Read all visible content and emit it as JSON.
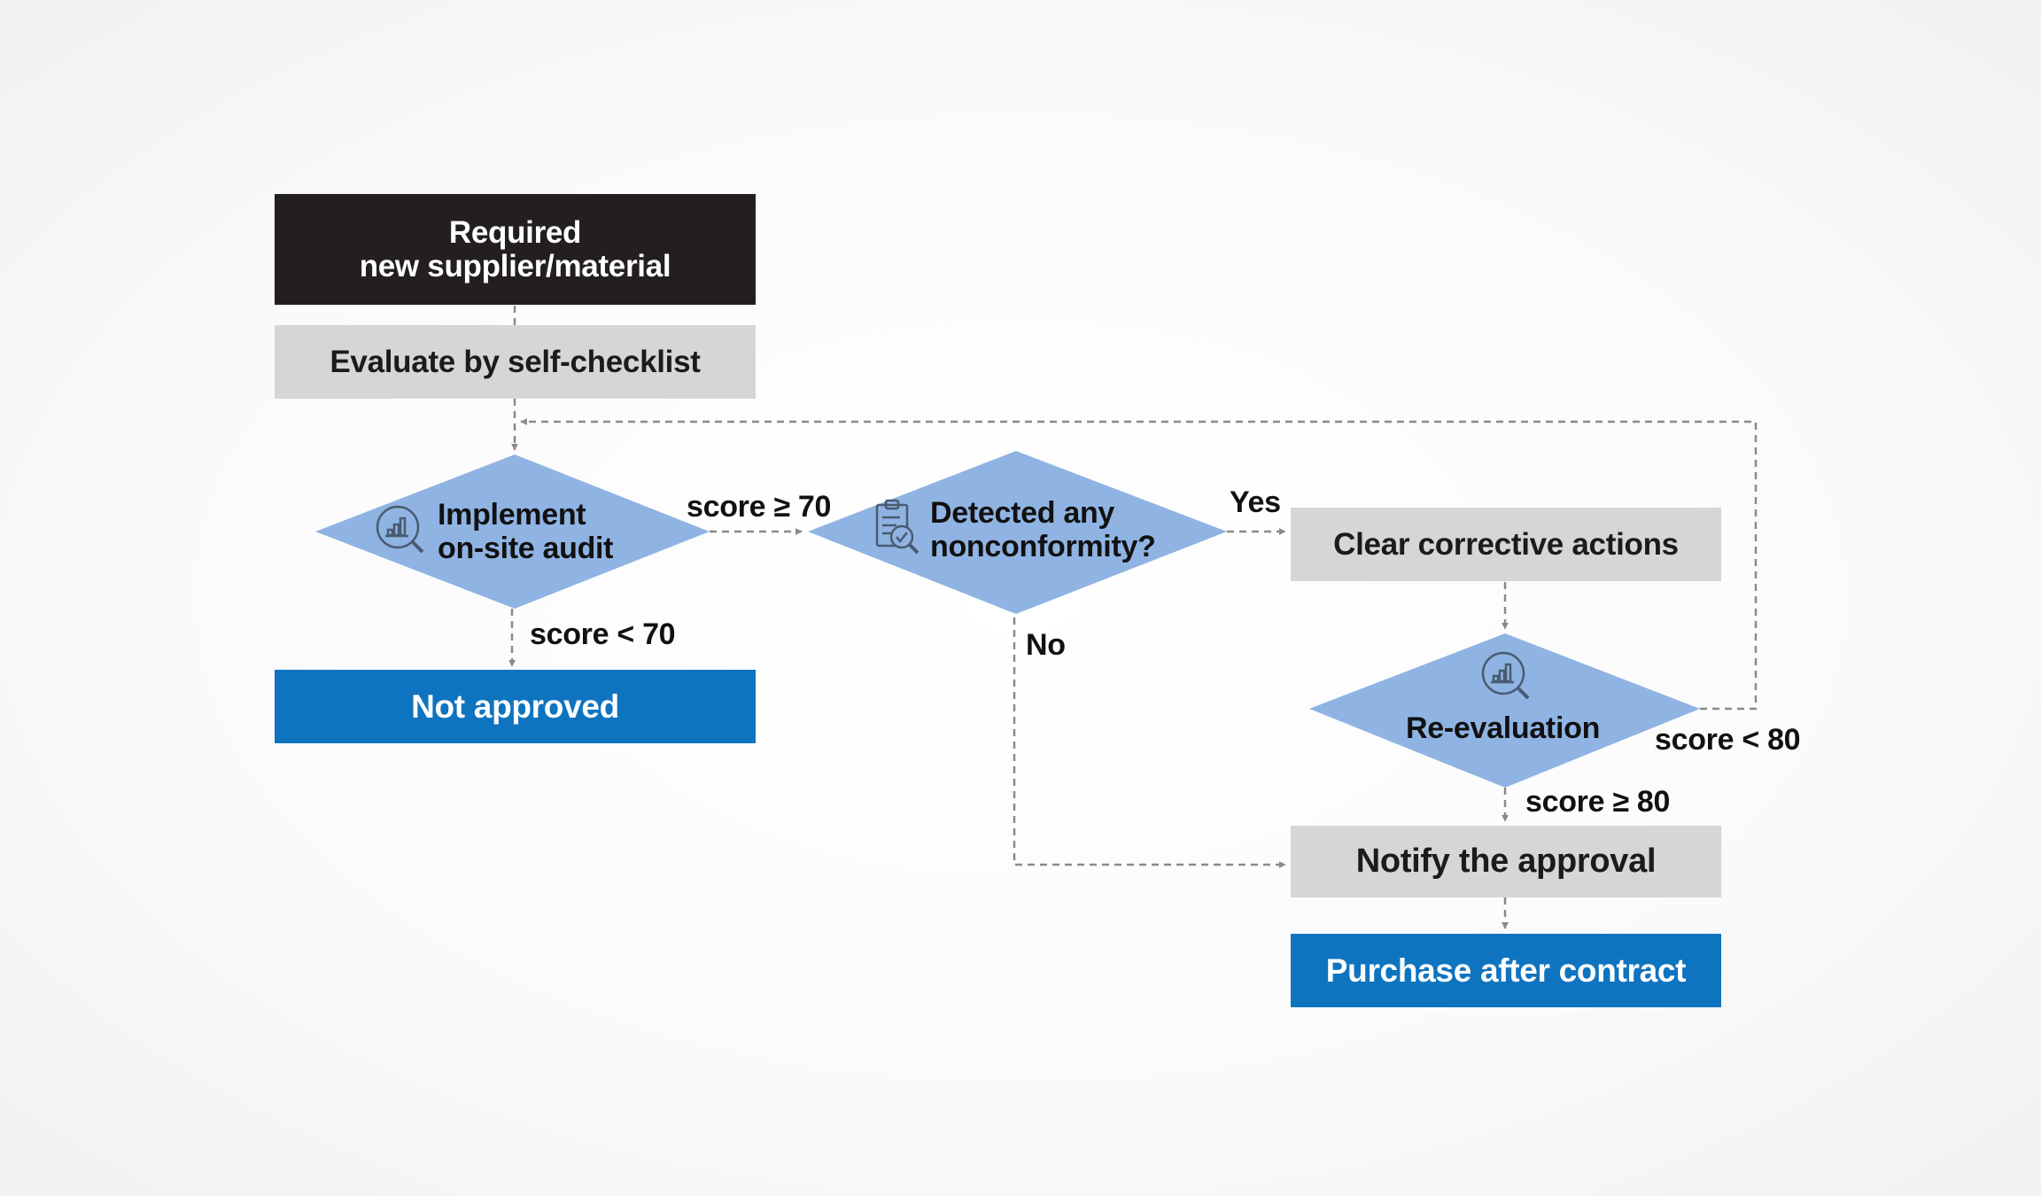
{
  "nodes": {
    "start_line1": "Required",
    "start_line2": "new supplier/material",
    "self_checklist": "Evaluate by self-checklist",
    "audit_line1": "Implement",
    "audit_line2": "on-site audit",
    "nonconf_line1": "Detected any",
    "nonconf_line2": "nonconformity?",
    "corrective": "Clear corrective actions",
    "reevaluation": "Re-evaluation",
    "not_approved": "Not approved",
    "notify": "Notify the approval",
    "purchase": "Purchase after contract"
  },
  "edge_labels": {
    "score_ge_70": "score ≥ 70",
    "score_lt_70": "score < 70",
    "yes": "Yes",
    "no": "No",
    "score_lt_80": "score < 80",
    "score_ge_80": "score ≥ 80"
  },
  "icons": {
    "audit": "chart-magnifier-icon",
    "nonconformity": "clipboard-check-magnifier-icon",
    "reevaluation": "chart-magnifier-icon"
  },
  "colors": {
    "start_box": "#231f20",
    "process_box": "#d6d6d6",
    "decision": "#8fb4e3",
    "outcome_box": "#0f74bf",
    "connector": "#8a8a8a"
  }
}
